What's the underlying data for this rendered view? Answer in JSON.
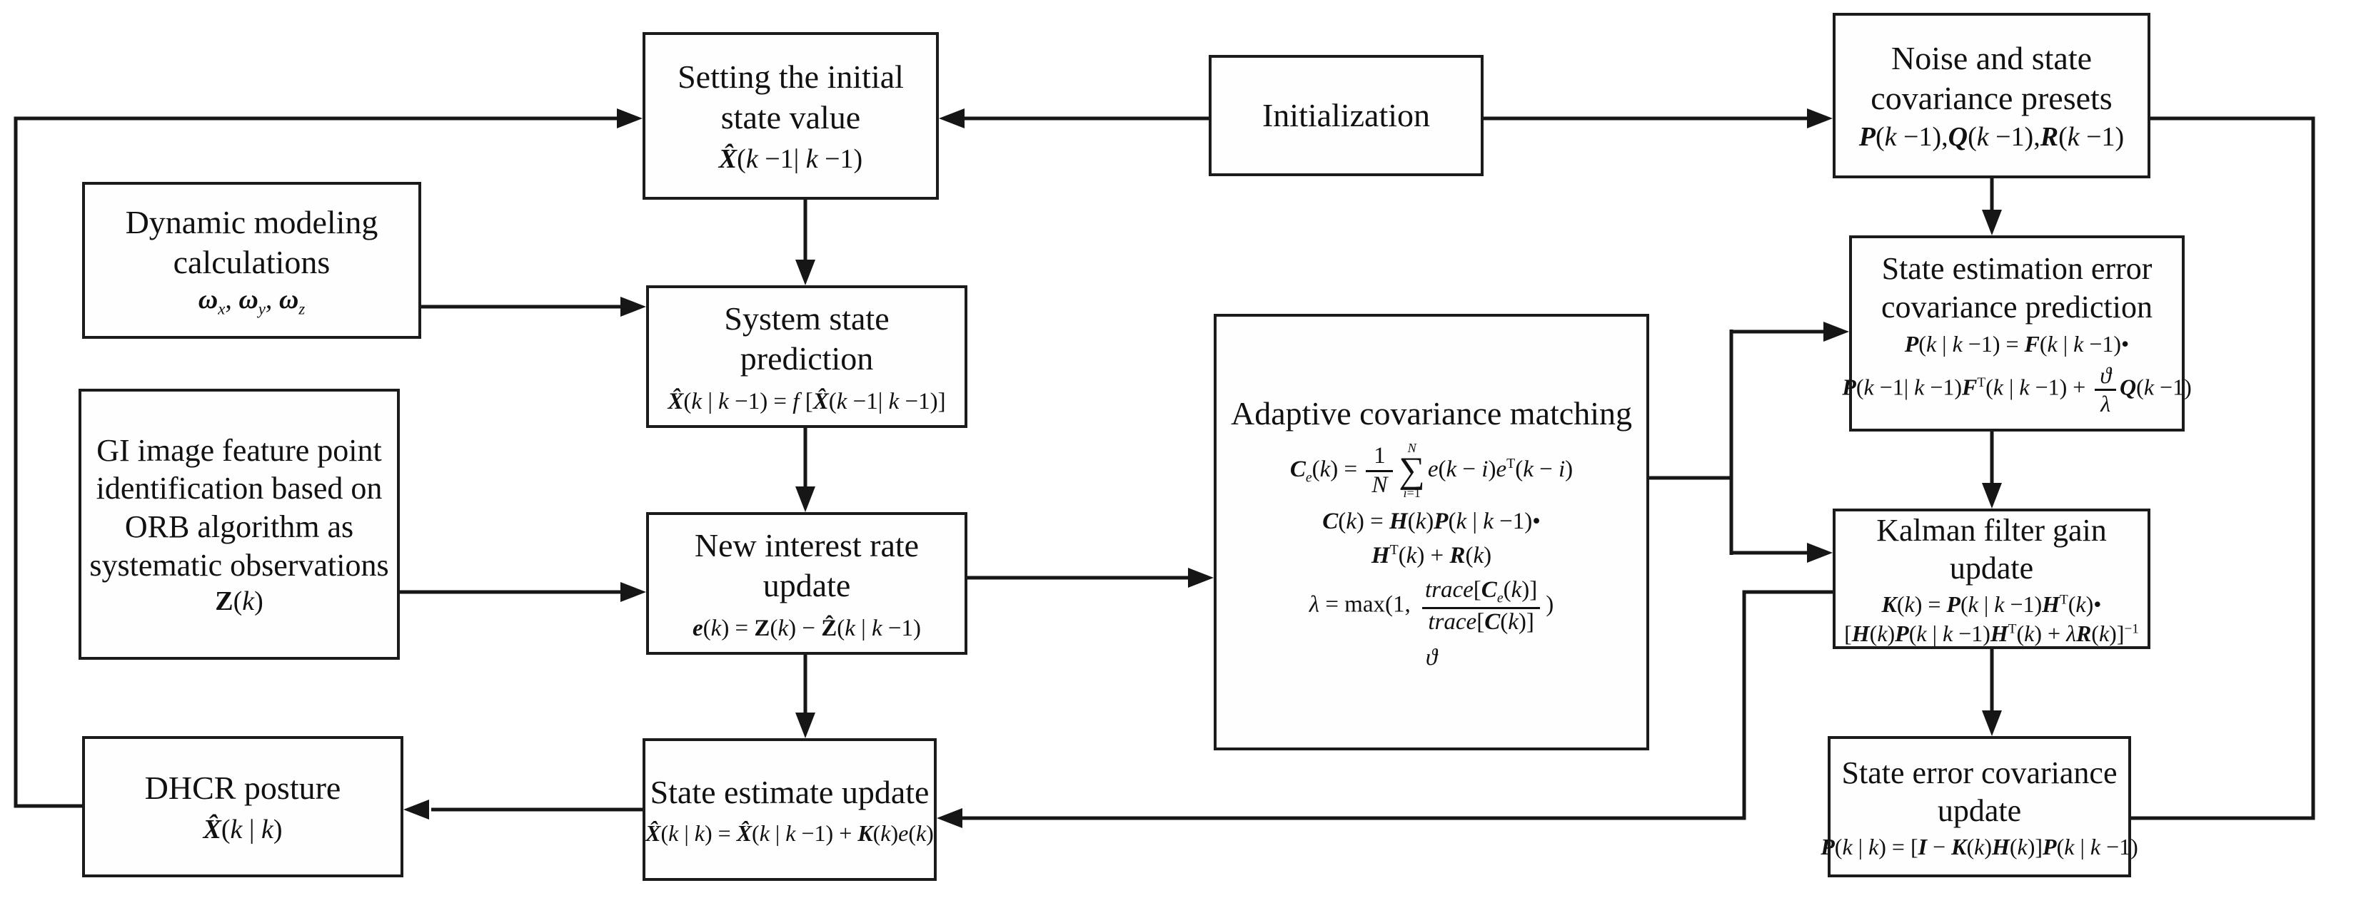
{
  "diagram": {
    "type": "flowchart",
    "subject": "Adaptive Kalman filter pipeline for DHCR posture estimation"
  },
  "nodes": {
    "setting": {
      "title": "Setting the initial state value",
      "formula": "<b><i>X̂</i></b>(<i>k</i> −1| <i>k</i> −1)"
    },
    "initialization": {
      "title": "Initialization"
    },
    "noise": {
      "title": "Noise and state covariance presets",
      "formula": "<b><i>P</i></b>(<i>k</i> −1),<b><i>Q</i></b>(<i>k</i> −1),<b><i>R</i></b>(<i>k</i> −1)"
    },
    "dynamic": {
      "title": "Dynamic modeling calculations",
      "formula": "<b><i>ω</i></b><sub><i>x</i></sub>, <b><i>ω</i></b><sub><i>y</i></sub>, <b><i>ω</i></b><sub><i>z</i></sub>"
    },
    "gi": {
      "title": "GI image feature point identification based on ORB algorithm as systematic observations",
      "formula": "<b>Z</b>(<i>k</i>)"
    },
    "system": {
      "title": "System state prediction",
      "formula": "<b><i>X̂</i></b>(<i>k</i> | <i>k</i> −1) = <i>f</i> [<b><i>X̂</i></b>(<i>k</i> −1| <i>k</i> −1)]"
    },
    "newrate": {
      "title": "New interest rate update",
      "formula": "<b><i>e</i></b>(<i>k</i>) = <b>Z</b>(<i>k</i>) − <b>Ẑ</b>(<i>k</i> | <i>k</i> −1)"
    },
    "adaptive": {
      "title": "Adaptive covariance matching",
      "formulas": {
        "f1": "<b><i>C</i></b><sub><i>e</i></sub>(<i>k</i>) = <span class=\"frac\"><span class=\"num\">1</span><span class=\"den\"><i>N</i></span></span><span class=\"sum\"><span class=\"lim\"><i>N</i></span><span class=\"sigma\">∑</span><span class=\"lim\"><i>i</i>=1</span></span><i>e</i>(<i>k</i> − <i>i</i>)<i>e</i><sup>T</sup>(<i>k</i> − <i>i</i>)",
        "f2": "<b><i>C</i></b>(<i>k</i>) = <b><i>H</i></b>(<i>k</i>)<b><i>P</i></b>(<i>k</i> | <i>k</i> −1)•",
        "f3": "<b><i>H</i></b><sup>T</sup>(<i>k</i>) + <b><i>R</i></b>(<i>k</i>)",
        "f4": "<i>λ</i> = max(1, <span class=\"frac\"><span class=\"num\"><i>trace</i>[<b><i>C</i></b><sub><i>e</i></sub>(<i>k</i>)]</span><span class=\"den\"><i>trace</i>[<b><i>C</i></b>(<i>k</i>)]</span></span>)",
        "f5": "<i>ϑ</i>"
      }
    },
    "pred": {
      "title": "State estimation error covariance prediction",
      "formulas": {
        "f1": "<b><i>P</i></b>(<i>k</i> | <i>k</i> −1) = <b><i>F</i></b>(<i>k</i> | <i>k</i> −1)•",
        "f2": "<b><i>P</i></b>(<i>k</i> −1| <i>k</i> −1)<b><i>F</i></b><sup>T</sup>(<i>k</i> | <i>k</i> −1) + <span class=\"frac\"><span class=\"num\"><i>ϑ</i></span><span class=\"den\"><i>λ</i></span></span><b><i>Q</i></b>(<i>k</i> −1)"
      }
    },
    "kalman": {
      "title": "Kalman filter gain update",
      "formulas": {
        "f1": "<b><i>K</i></b>(<i>k</i>) = <b><i>P</i></b>(<i>k</i> | <i>k</i> −1)<b><i>H</i></b><sup>T</sup>(<i>k</i>)•",
        "f2": "[<b><i>H</i></b>(<i>k</i>)<b><i>P</i></b>(<i>k</i> | <i>k</i> −1)<b><i>H</i></b><sup>T</sup>(<i>k</i>) + <i>λ</i><b><i>R</i></b>(<i>k</i>)]<sup>−1</sup>"
      }
    },
    "securr": {
      "title": "State error covariance update",
      "formula": "<b><i>P</i></b>(<i>k</i> | <i>k</i>) = [<b><i>I</i></b> − <b><i>K</i></b>(<i>k</i>)<b><i>H</i></b>(<i>k</i>)]<b><i>P</i></b>(<i>k</i> | <i>k</i> −1)",
      "formula_note": ""
    },
    "stateest": {
      "title": "State estimate update",
      "formula": "<b><i>X̂</i></b>(<i>k</i> | <i>k</i>) = <b><i>X̂</i></b>(<i>k</i> | <i>k</i> −1) + <b><i>K</i></b>(<i>k</i>)<i>e</i>(<i>k</i>)"
    },
    "dhcr": {
      "title": "DHCR posture",
      "formula": "<b><i>X̂</i></b>(<i>k</i> | <i>k</i>)"
    }
  },
  "colors": {
    "line": "#161616",
    "box_border": "#1b1b1b",
    "background": "#ffffff",
    "text": "#111111"
  }
}
